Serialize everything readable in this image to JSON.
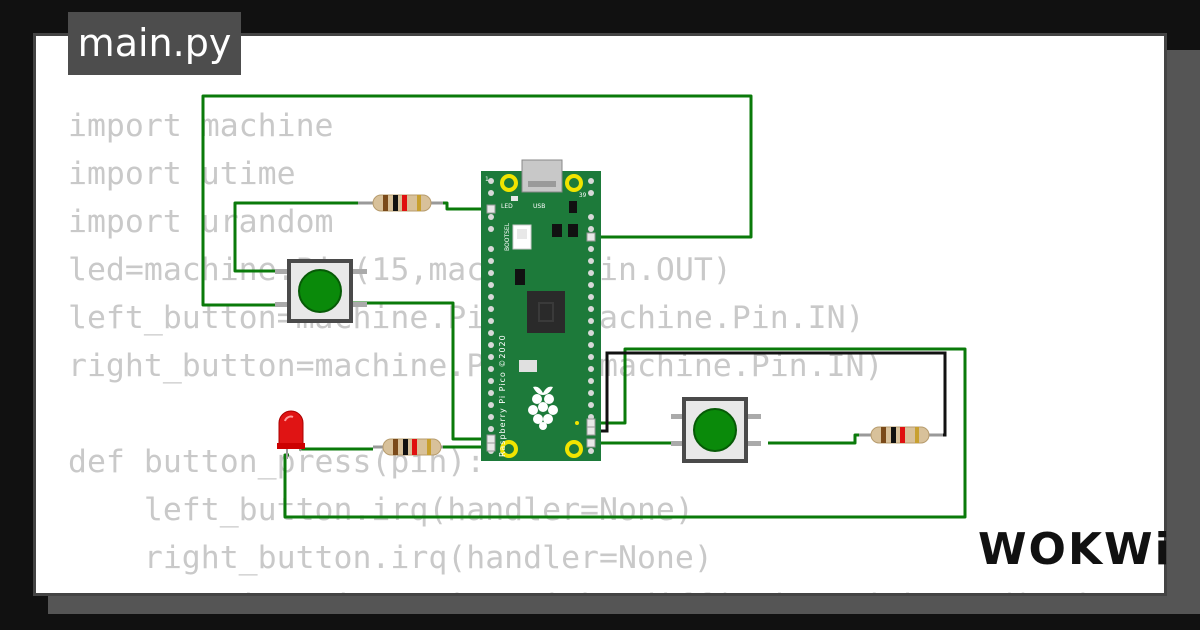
{
  "tab": {
    "filename": "main.py"
  },
  "code_lines": [
    "import machine",
    "import utime",
    "import urandom",
    "led=machine.Pin(15,machine.Pin.OUT)",
    "left_button=machine.Pin(14,machine.Pin.IN)",
    "right_button=machine.Pin(16,machine.Pin.IN)",
    "",
    "def button_press(pin):",
    "    left_button.irq(handler=None)",
    "    right_button.irq(handler=None)",
    "    reaction_time=utime.ticks_diff(utime.ticks_ms(),timer_start)"
  ],
  "board": {
    "label": "Raspberry Pi Pico ©2020",
    "usb_label": "USB",
    "led_label": "LED",
    "bootsel_label": "BOOTSEL",
    "pin_left_top": "1",
    "pin_right_top": "39",
    "color": "#1d7a3a"
  },
  "wire_color": "#0a7a0a",
  "brand": {
    "logo_text": "WOKWi"
  }
}
